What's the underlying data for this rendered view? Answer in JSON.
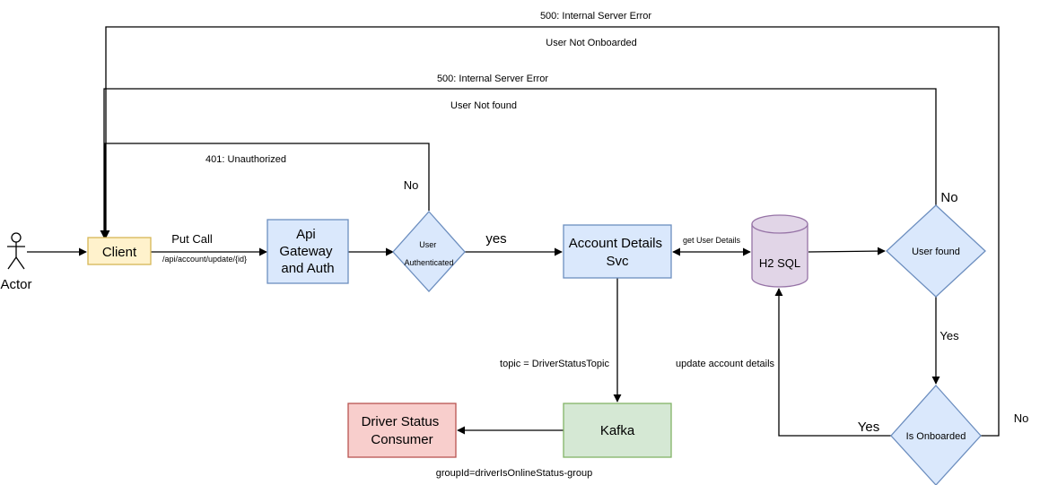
{
  "actor": {
    "label": "Actor"
  },
  "nodes": {
    "client": {
      "label": "Client",
      "fill": "#fff2cc",
      "stroke": "#d6b656"
    },
    "api_gateway": {
      "lines": [
        "Api",
        "Gateway",
        "and Auth"
      ],
      "fill": "#dae8fc",
      "stroke": "#6c8ebf"
    },
    "user_authenticated": {
      "lines": [
        "User",
        "Authenticated"
      ],
      "fill": "#dae8fc",
      "stroke": "#6c8ebf"
    },
    "account_details_svc": {
      "lines": [
        "Account Details",
        "Svc"
      ],
      "fill": "#dae8fc",
      "stroke": "#6c8ebf"
    },
    "h2_sql": {
      "label": "H2 SQL",
      "fill": "#e1d5e7",
      "stroke": "#9673a6"
    },
    "user_found": {
      "label": "User found",
      "fill": "#dae8fc",
      "stroke": "#6c8ebf"
    },
    "is_onboarded": {
      "label": "Is Onboarded",
      "fill": "#dae8fc",
      "stroke": "#6c8ebf"
    },
    "kafka": {
      "label": "Kafka",
      "fill": "#d5e8d4",
      "stroke": "#82b366"
    },
    "driver_status_consumer": {
      "lines": [
        "Driver Status",
        "Consumer"
      ],
      "fill": "#f8cecc",
      "stroke": "#b85450"
    }
  },
  "edge_labels": {
    "put_call": "Put Call",
    "api_path": "/api/account/update/{id}",
    "yes_auth": "yes",
    "no_auth": "No",
    "unauthorized": "401: Unauthorized",
    "get_user_details": "get User Details",
    "no_user_found": "No",
    "ise_user_not_found": "500: Internal Server Error",
    "user_not_found": "User Not found",
    "yes_user_found": "Yes",
    "update_account_details": "update account details",
    "yes_onboarded": "Yes",
    "no_onboarded": "No",
    "ise_not_onboarded": "500: Internal Server Error",
    "user_not_onboarded": "User Not Onboarded",
    "topic": "topic = DriverStatusTopic",
    "group_id": "groupId=driverIsOnlineStatus-group"
  }
}
